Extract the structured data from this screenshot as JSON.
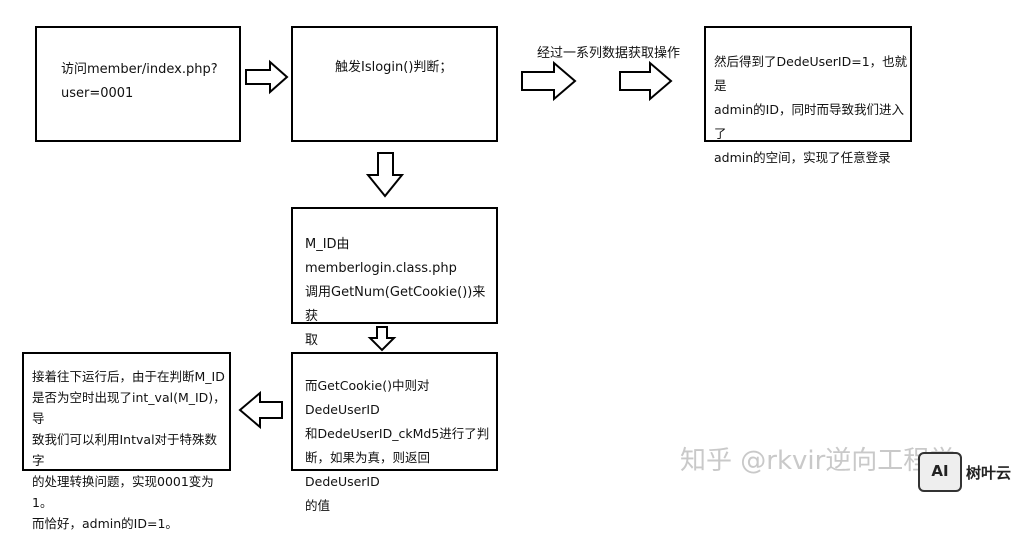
{
  "steps": {
    "visit": "访问member/index.php?\nuser=0001",
    "trigger": "触发Islogin()判断；",
    "result": "然后得到了DedeUserID=1，也就是\nadmin的ID，同时而导致我们进入了\nadmin的空间，实现了任意登录",
    "mid": "M_ID由memberlogin.class.php\n调用GetNum(GetCookie())来获\n取",
    "getcookie": "而GetCookie()中则对DedeUserID\n和DedeUserID_ckMd5进行了判\n断，如果为真，则返回DedeUserID\n的值",
    "intval": "接着往下运行后，由于在判断M_ID\n是否为空时出现了int_val(M_ID)，导\n致我们可以利用Intval对于特殊数字\n的处理转换问题，实现0001变为1。\n而恰好，admin的ID=1。"
  },
  "edge_label": "经过一系列数据获取操作",
  "watermark": "知乎 @rkvir逆向工程学",
  "logo": {
    "mark": "AI",
    "text": "树叶云"
  }
}
